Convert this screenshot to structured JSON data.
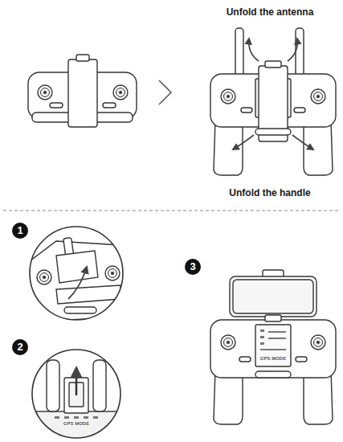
{
  "diagram": {
    "labels": [
      "Unfold the antenna",
      "Unfold the handle",
      "1",
      "2",
      "3",
      "GPS MODE",
      "GPS MODE"
    ]
  }
}
